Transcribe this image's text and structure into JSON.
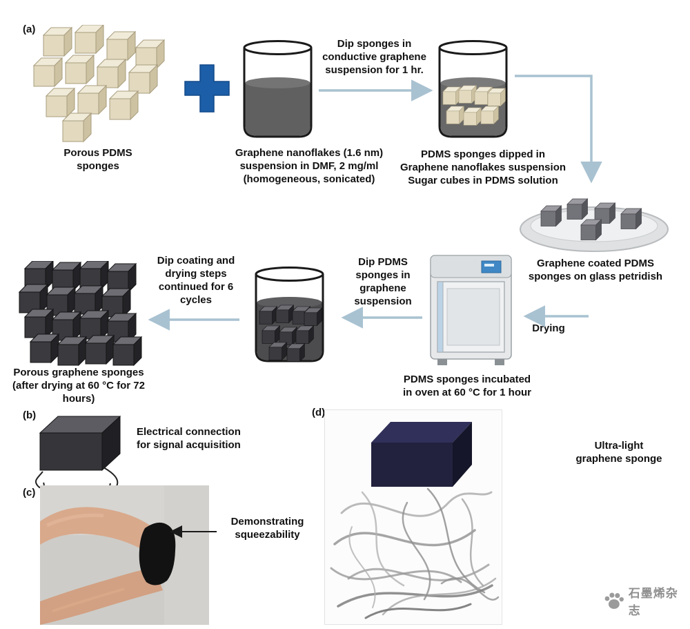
{
  "panels": {
    "a": "(a)",
    "b": "(b)",
    "c": "(c)",
    "d": "(d)"
  },
  "steps": {
    "porous_pdms": "Porous PDMS\nsponges",
    "suspension": "Graphene nanoflakes (1.6 nm)\nsuspension in DMF, 2 mg/ml\n(homogeneous, sonicated)",
    "dip_instruction": "Dip sponges in\nconductive graphene\nsuspension for 1 hr.",
    "dipped": "PDMS sponges dipped in\nGraphene nanoflakes suspension\nSugar cubes in PDMS solution",
    "petridish": "Graphene coated PDMS\nsponges on glass petridish",
    "drying": "Drying",
    "oven": "PDMS sponges incubated\nin oven at 60 °C for 1 hour",
    "dip_pdms": "Dip PDMS\nsponges in\ngraphene\nsuspension",
    "cycles": "Dip coating and\ndrying steps\ncontinued for 6\ncycles",
    "graphene_sponges": "Porous graphene sponges\n(after drying at 60 °C for 72\nhours)"
  },
  "annotations": {
    "electrical": "Electrical connection\nfor signal acquisition",
    "squeeze": "Demonstrating\nsqueezability",
    "ultralight": "Ultra-light\ngraphene sponge"
  },
  "watermark": {
    "text": "石墨烯杂志"
  },
  "icons": {
    "plus": "plus-cross",
    "flow_arrow": "arrow",
    "paw_logo": "paw-print"
  },
  "colors": {
    "plus_blue": "#1c5ea7",
    "arrow_blue": "#a9c2d1",
    "pdms_beige": "#e2d9bf",
    "graphene_dark": "#3a3a3f",
    "liquid_gray": "#606060",
    "sponge_navy": "#22223e",
    "oven_display_blue": "#3f88c5",
    "watermark_gray": "#8f8f8f"
  }
}
